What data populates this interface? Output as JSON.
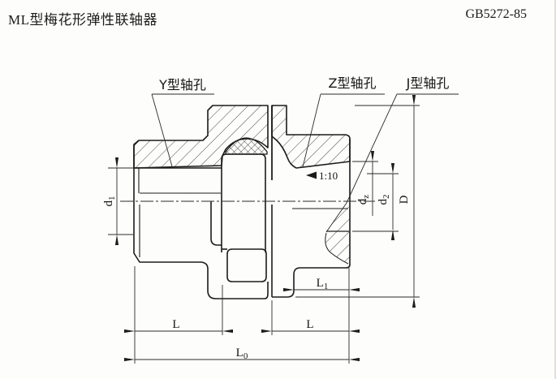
{
  "header": {
    "title": "ML型梅花形弹性联轴器",
    "standard": "GB5272-85"
  },
  "callouts": {
    "y_bore": "Y型轴孔",
    "z_bore": "Z型轴孔",
    "j_bore": "J型轴孔"
  },
  "taper": {
    "ratio": "1:10"
  },
  "dimensions": {
    "d1_main": "d",
    "d1_sub": "1",
    "dz_main": "d",
    "dz_sub": "z",
    "d2_main": "d",
    "d2_sub": "2",
    "D": "D",
    "L1_main": "L",
    "L1_sub": "1",
    "L_left": "L",
    "L_right": "L",
    "L0_main": "L",
    "L0_sub": "0"
  },
  "colors": {
    "line": "#1c1c1c",
    "thin": "#2b2b2b",
    "background": "#fdfdfb"
  }
}
